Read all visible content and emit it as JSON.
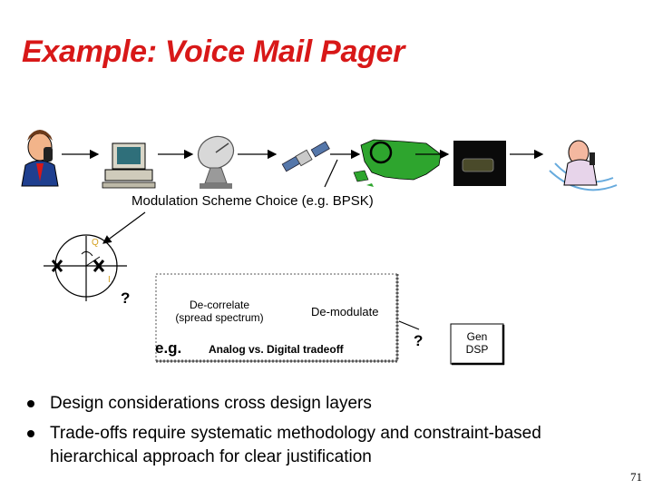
{
  "title": "Example: Voice Mail Pager",
  "modulation_label": "Modulation Scheme Choice (e.g. BPSK)",
  "constellation": {
    "q_label": "Q",
    "i_label": "I"
  },
  "question_1": "?",
  "decorrelate_label": "De-correlate\n(spread spectrum)",
  "demodulate_label": "De-modulate",
  "eg_label": "e.g.",
  "analog_digital_label": "Analog vs. Digital tradeoff",
  "question_2": "?",
  "gen_dsp_label": "Gen\nDSP",
  "bullets": [
    "Design considerations cross design layers",
    "Trade-offs require systematic methodology and constraint-based",
    "hierarchical approach for clear justification"
  ],
  "slide_number": "71"
}
